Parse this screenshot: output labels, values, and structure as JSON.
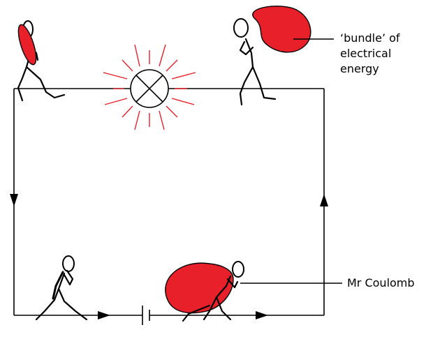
{
  "annotations": {
    "bundle": [
      "‘bundle’ of",
      "electrical",
      "energy"
    ],
    "coulomb": "Mr Coulomb"
  },
  "colors": {
    "bundle_fill": "#e8202a",
    "wire": "#000000",
    "lamp_rays": "#e8202a"
  },
  "icons": [
    "lamp-icon",
    "cell-battery-icon",
    "current-arrow-icon"
  ]
}
